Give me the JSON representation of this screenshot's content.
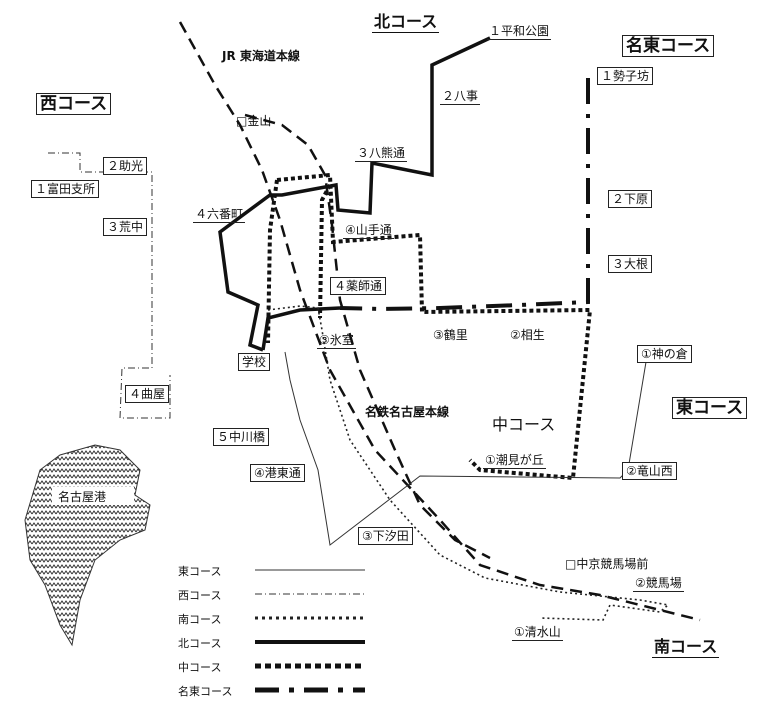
{
  "courses": {
    "north": "北コース",
    "meito": "名東コース",
    "west": "西コース",
    "east": "東コース",
    "naka": "中コース",
    "south": "南コース"
  },
  "railways": {
    "jr": "JR 東海道本線",
    "meitetsu": "名鉄名古屋本線"
  },
  "landmarks": {
    "kanayama": "□金山",
    "chukyo": "□中京競馬場前",
    "port": "名古屋港"
  },
  "stops": {
    "heiwa": "１平和公園",
    "hachiji": "２八事",
    "yakumadori": "３八熊通",
    "rokubancho": "４六番町",
    "seishiboh": "１勢子坊",
    "shimohara": "２下原",
    "ohne": "３大根",
    "tomita": "１富田支所",
    "sukemitsu": "２助光",
    "arako": "３荒中",
    "yamatedori": "④山手通",
    "yakushidori": "４薬師通",
    "himuro": "③氷室",
    "tsurusato": "③鶴里",
    "aioi": "②相生",
    "gakko": "学校",
    "kaminokura": "①神の倉",
    "magariya": "４曲屋",
    "nakagawabashi": "５中川橋",
    "minatohigashidori": "④港東通",
    "shiomigaoka": "①潮見が丘",
    "tatsuyamanishi": "②竜山西",
    "shimoshioda": "③下汐田",
    "keibajo": "②競馬場",
    "shimizuyama": "①清水山"
  },
  "legend": [
    {
      "name": "東コース",
      "style": "thin"
    },
    {
      "name": "西コース",
      "style": "dashdot-thin"
    },
    {
      "name": "南コース",
      "style": "dotted"
    },
    {
      "name": "北コース",
      "style": "thick"
    },
    {
      "name": "中コース",
      "style": "thick-dotted"
    },
    {
      "name": "名東コース",
      "style": "dash-dot-thick"
    }
  ],
  "colors": {
    "line": "#111111",
    "water": "#333333"
  }
}
